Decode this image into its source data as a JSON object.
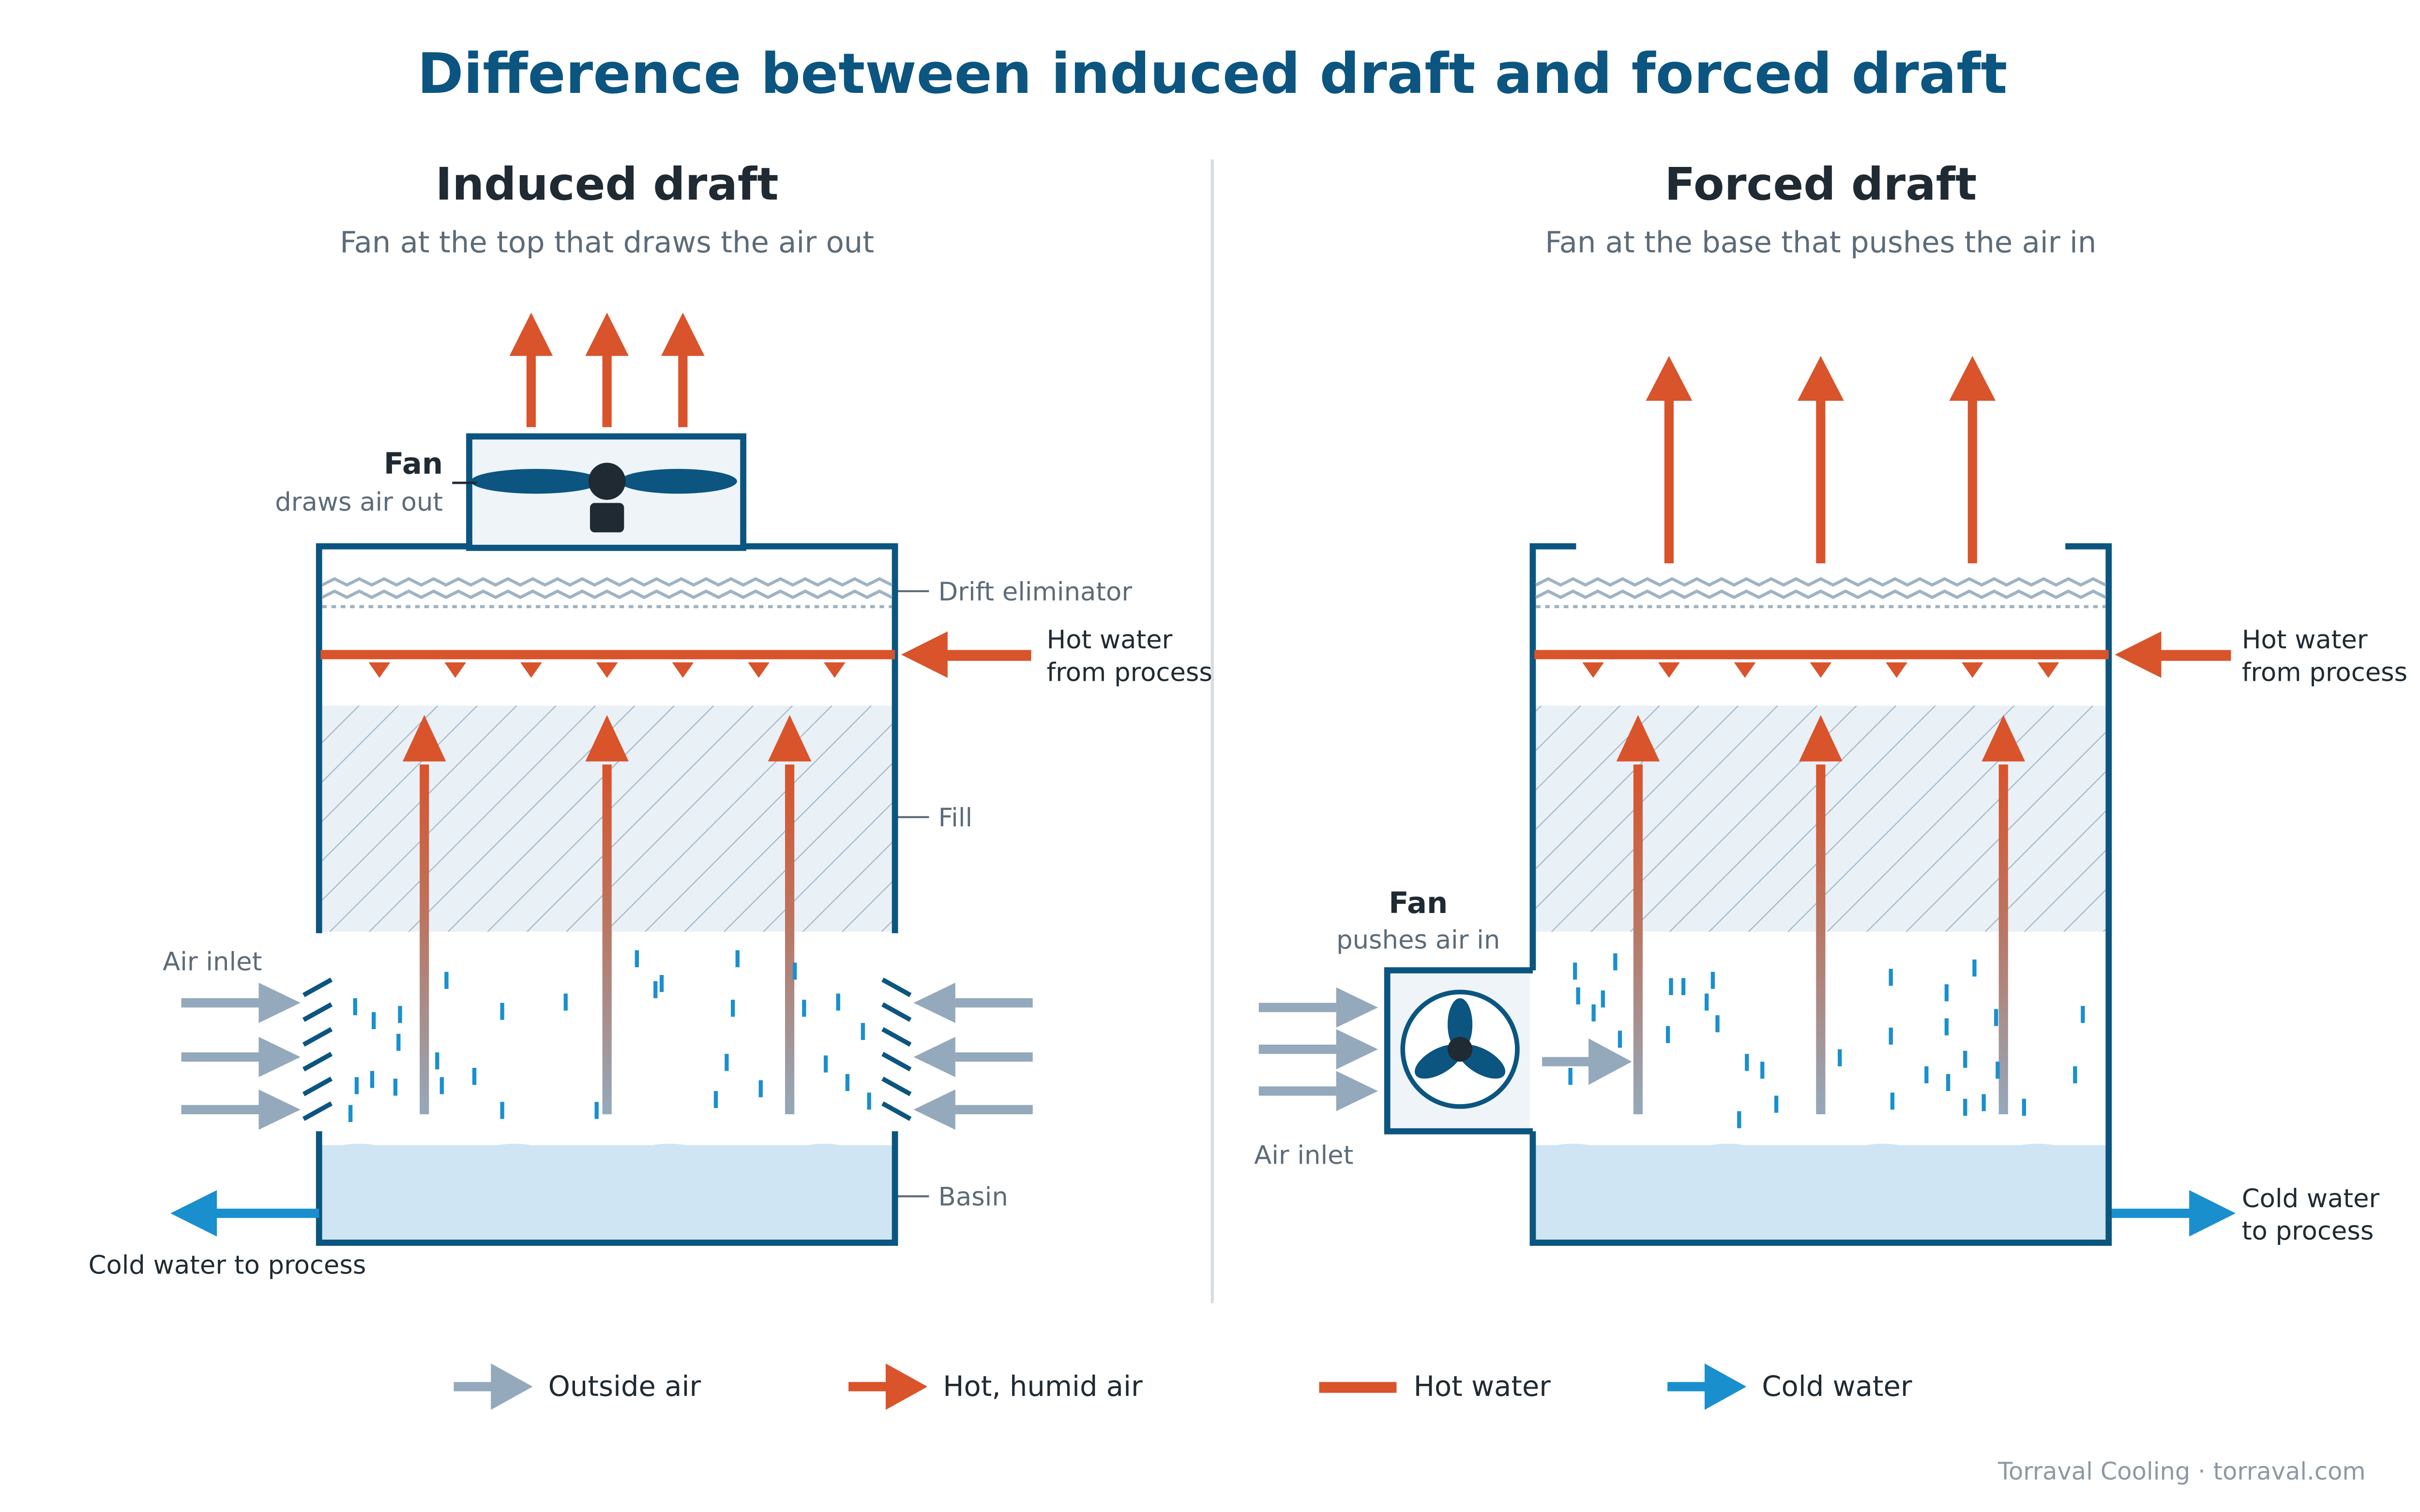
{
  "title": "Difference between induced draft and forced draft",
  "induced": {
    "title": "Induced draft",
    "subtitle": "Fan at the top that draws the air out",
    "fan_title": "Fan",
    "fan_sub": "draws air out",
    "drift_eliminator": "Drift eliminator",
    "hot_water_line1": "Hot water",
    "hot_water_line2": "from process",
    "fill": "Fill",
    "air_inlet": "Air inlet",
    "basin": "Basin",
    "cold_water": "Cold water to process"
  },
  "forced": {
    "title": "Forced draft",
    "subtitle": "Fan at the base that pushes the air in",
    "fan_title": "Fan",
    "fan_sub": "pushes air in",
    "hot_water_line1": "Hot water",
    "hot_water_line2": "from process",
    "air_inlet": "Air inlet",
    "cold_water_line1": "Cold water",
    "cold_water_line2": "to process"
  },
  "legend": {
    "outside_air": "Outside air",
    "hot_air": "Hot, humid air",
    "hot_water": "Hot water",
    "cold_water": "Cold water"
  },
  "footer": "Torraval Cooling · torraval.com",
  "colors": {
    "structure": "#0b5580",
    "hot": "#d9532b",
    "cold": "#1a8fce",
    "air": "#94a9bb",
    "basin": "#cfe5f4",
    "fill_bg": "#e9f1f7",
    "text_dark": "#1f2a33",
    "text_muted": "#5c6b78"
  }
}
